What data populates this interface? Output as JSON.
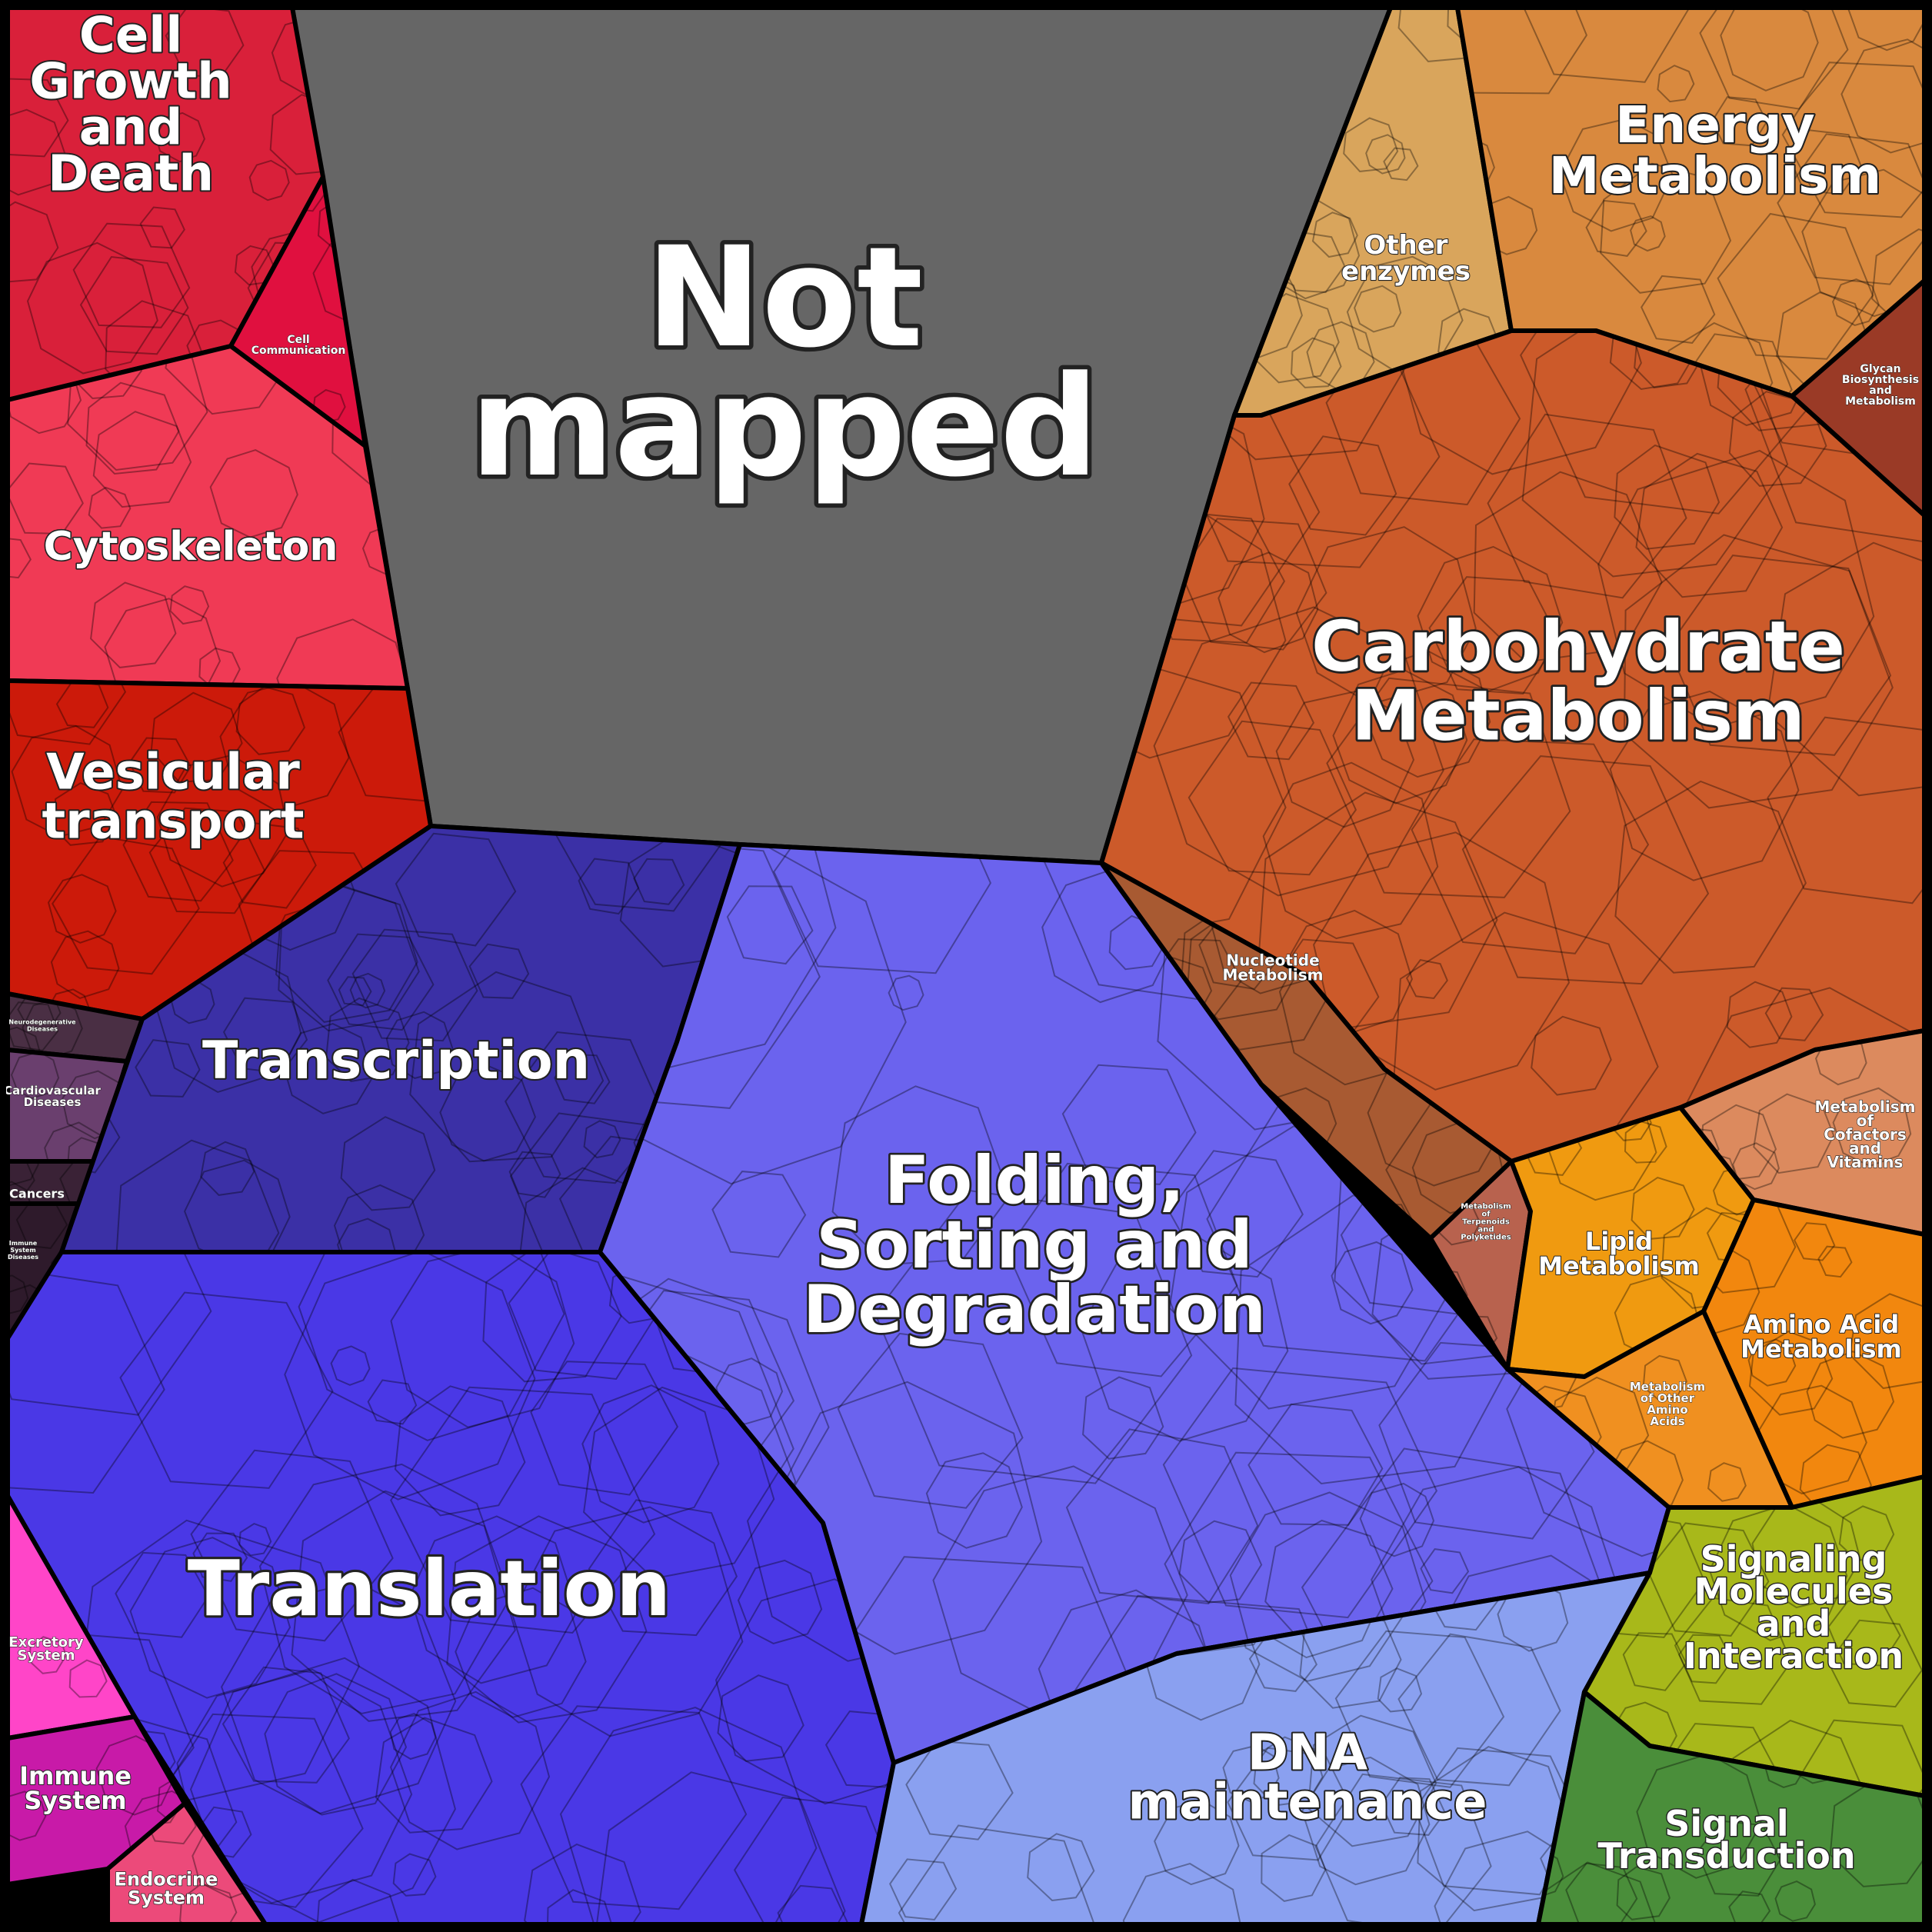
{
  "diagram": {
    "type": "voronoi-treemap",
    "regions": [
      {
        "id": "not-mapped",
        "label": [
          "Not",
          "mapped"
        ],
        "color": "#666666"
      },
      {
        "id": "cell-growth-and-death",
        "label": [
          "Cell",
          "Growth",
          "and",
          "Death"
        ],
        "color": "#d9203a"
      },
      {
        "id": "cell-communication",
        "label": [
          "Cell",
          "Communication"
        ],
        "color": "#e0103f"
      },
      {
        "id": "cytoskeleton",
        "label": [
          "Cytoskeleton"
        ],
        "color": "#f03a55"
      },
      {
        "id": "vesicular-transport",
        "label": [
          "Vesicular",
          "transport"
        ],
        "color": "#cc1a0a"
      },
      {
        "id": "neurodegenerative-diseases",
        "label": [
          "Neurodegenerative",
          "Diseases"
        ],
        "color": "#4a2f44"
      },
      {
        "id": "cardiovascular-diseases",
        "label": [
          "Cardiovascular",
          "Diseases"
        ],
        "color": "#6a3f6e"
      },
      {
        "id": "cancers",
        "label": [
          "Cancers"
        ],
        "color": "#3a2236"
      },
      {
        "id": "immune-system-diseases",
        "label": [
          "Immune",
          "System",
          "Diseases"
        ],
        "color": "#2e1a2b"
      },
      {
        "id": "transcription",
        "label": [
          "Transcription"
        ],
        "color": "#3b30a6"
      },
      {
        "id": "translation",
        "label": [
          "Translation"
        ],
        "color": "#4a38e6"
      },
      {
        "id": "folding-sorting-and-degradation",
        "label": [
          "Folding,",
          "Sorting and",
          "Degradation"
        ],
        "color": "#6b63ee"
      },
      {
        "id": "dna-maintenance",
        "label": [
          "DNA",
          "maintenance"
        ],
        "color": "#8aa0f0"
      },
      {
        "id": "excretory-system",
        "label": [
          "Excretory",
          "System"
        ],
        "color": "#ff45c8"
      },
      {
        "id": "immune-system",
        "label": [
          "Immune",
          "System"
        ],
        "color": "#c81aa8"
      },
      {
        "id": "endocrine-system",
        "label": [
          "Endocrine",
          "System"
        ],
        "color": "#ec4a7a"
      },
      {
        "id": "other-enzymes",
        "label": [
          "Other",
          "enzymes"
        ],
        "color": "#d9a55c"
      },
      {
        "id": "energy-metabolism",
        "label": [
          "Energy",
          "Metabolism"
        ],
        "color": "#d9893e"
      },
      {
        "id": "glycan-biosynthesis-and-metabolism",
        "label": [
          "Glycan",
          "Biosynthesis",
          "and",
          "Metabolism"
        ],
        "color": "#9a3a26"
      },
      {
        "id": "carbohydrate-metabolism",
        "label": [
          "Carbohydrate",
          "Metabolism"
        ],
        "color": "#cc5a2a"
      },
      {
        "id": "nucleotide-metabolism",
        "label": [
          "Nucleotide",
          "Metabolism"
        ],
        "color": "#a85a32"
      },
      {
        "id": "metabolism-of-terpenoids-and-polyketides",
        "label": [
          "Metabolism",
          "of",
          "Terpenoids",
          "and",
          "Polyketides"
        ],
        "color": "#b8624e"
      },
      {
        "id": "lipid-metabolism",
        "label": [
          "Lipid",
          "Metabolism"
        ],
        "color": "#f09a10"
      },
      {
        "id": "metabolism-of-cofactors-and-vitamins",
        "label": [
          "Metabolism",
          "of",
          "Cofactors",
          "and",
          "Vitamins"
        ],
        "color": "#dc8a5e"
      },
      {
        "id": "amino-acid-metabolism",
        "label": [
          "Amino Acid",
          "Metabolism"
        ],
        "color": "#f2870e"
      },
      {
        "id": "metabolism-of-other-amino-acids",
        "label": [
          "Metabolism",
          "of Other",
          "Amino",
          "Acids"
        ],
        "color": "#f09020"
      },
      {
        "id": "signaling-molecules-and-interaction",
        "label": [
          "Signaling",
          "Molecules",
          "and",
          "Interaction"
        ],
        "color": "#a8b81a"
      },
      {
        "id": "signal-transduction",
        "label": [
          "Signal",
          "Transduction"
        ],
        "color": "#4a8e3a"
      }
    ]
  }
}
